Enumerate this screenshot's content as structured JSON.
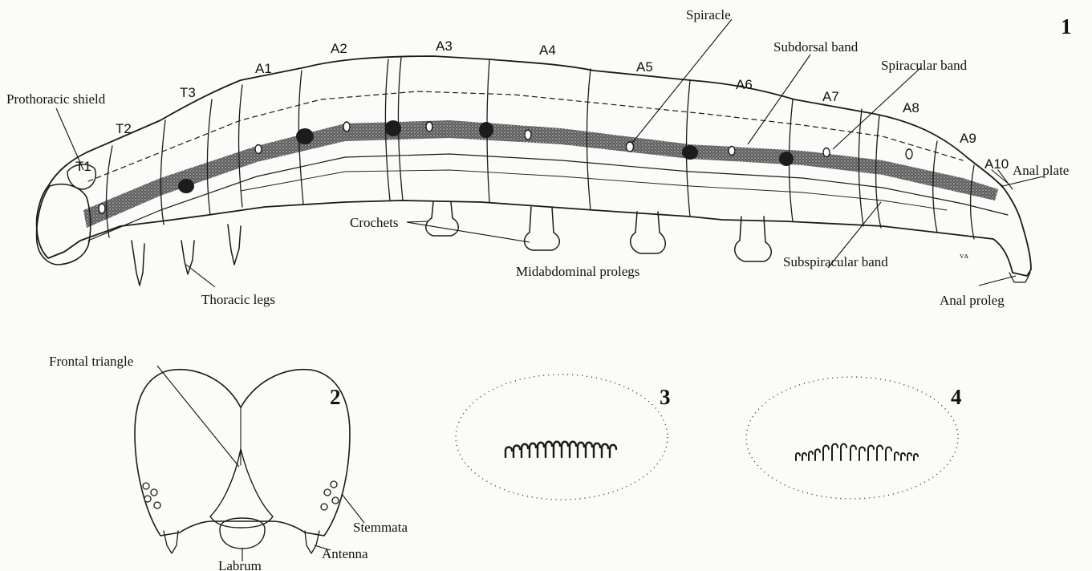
{
  "figure_numbers": {
    "fig1": "1",
    "fig2": "2",
    "fig3": "3",
    "fig4": "4"
  },
  "segment_labels": {
    "t1": "T1",
    "t2": "T2",
    "t3": "T3",
    "a1": "A1",
    "a2": "A2",
    "a3": "A3",
    "a4": "A4",
    "a5": "A5",
    "a6": "A6",
    "a7": "A7",
    "a8": "A8",
    "a9": "A9",
    "a10": "A10"
  },
  "larva_labels": {
    "prothoracic_shield": "Prothoracic shield",
    "spiracle": "Spiracle",
    "subdorsal_band": "Subdorsal band",
    "spiracular_band": "Spiracular band",
    "anal_plate": "Anal plate",
    "crochets": "Crochets",
    "midabdominal_prolegs": "Midabdominal prolegs",
    "thoracic_legs": "Thoracic legs",
    "subspiracular_band": "Subspiracular band",
    "anal_proleg": "Anal proleg"
  },
  "head_labels": {
    "frontal_triangle": "Frontal triangle",
    "stemmata": "Stemmata",
    "antenna": "Antenna",
    "labrum": "Labrum"
  },
  "colors": {
    "ink": "#1a1a1a",
    "band": "#3a3a3a",
    "paper": "#fbfbf9"
  }
}
